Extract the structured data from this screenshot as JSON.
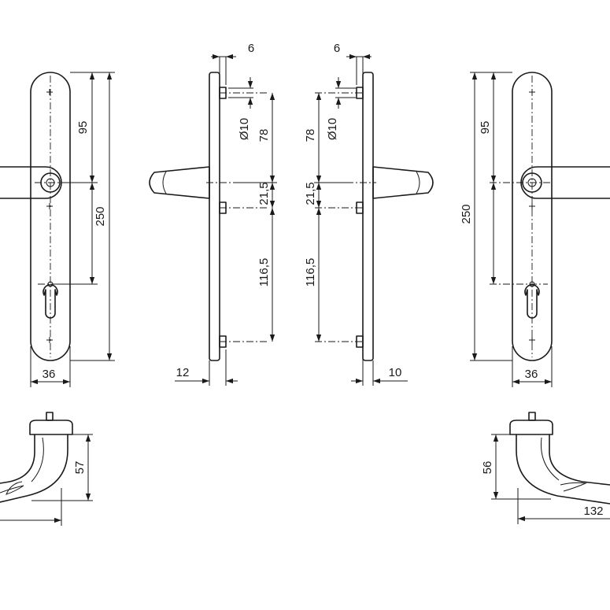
{
  "dimensions": {
    "front_left": {
      "height_total": "250",
      "spindle_to_top": "95",
      "width": "36"
    },
    "side_left": {
      "offset_top": "6",
      "hole_diameter": "Ø10",
      "spacing_top": "78",
      "spacing_mid": "21,5",
      "spacing_bottom": "116,5",
      "thickness": "12"
    },
    "side_right": {
      "offset_top": "6",
      "hole_diameter": "Ø10",
      "spacing_top": "78",
      "spacing_mid": "21,5",
      "spacing_bottom": "116,5",
      "thickness": "10"
    },
    "front_right": {
      "height_total": "250",
      "spindle_to_top": "95",
      "width": "36"
    },
    "bottom_left": {
      "projection": "57"
    },
    "bottom_right": {
      "projection": "56",
      "length": "132"
    }
  }
}
